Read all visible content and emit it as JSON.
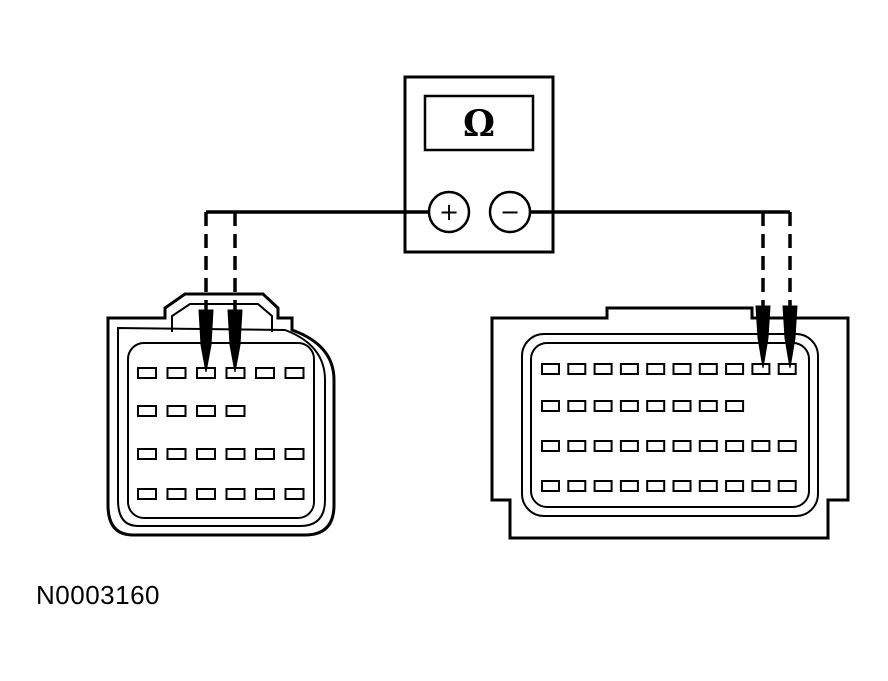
{
  "meter": {
    "display_symbol": "Ω",
    "positive_terminal": "+",
    "negative_terminal": "−"
  },
  "connector_left": {
    "rows": [
      6,
      4,
      6,
      6
    ],
    "probed_row": 0,
    "probed_pins": [
      2,
      3
    ]
  },
  "connector_right": {
    "rows": [
      10,
      8,
      10,
      10
    ],
    "probed_row": 0,
    "probed_pins": [
      8,
      9
    ]
  },
  "reference_label": "N0003160"
}
